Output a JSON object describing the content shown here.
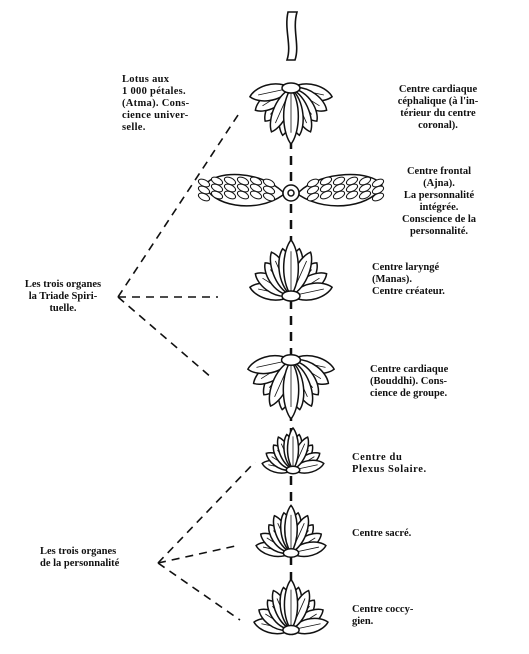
{
  "labels": {
    "lotus_1000": "Lotus aux\n1 000 pétales.\n(Atma). Cons-\ncience univer-\nselle.",
    "cardiaque_cephalique": "Centre cardiaque\ncéphalique (à l'in-\ntérieur du centre\ncoronal).",
    "frontal": "Centre frontal\n(Ajna).\nLa personnalité\nintégrée.\nConscience de la\npersonnalité.",
    "laryngé": "Centre laryngé\n(Manas).\nCentre créateur.",
    "cardiaque": "Centre cardiaque\n(Bouddhi). Cons-\ncience de groupe.",
    "plexus": "Centre du\nPlexus Solaire.",
    "sacre": "Centre sacré.",
    "coccygien": "Centre coccy-\ngien.",
    "triade": "Les trois organes\nla Triade Spiri-\ntuelle.",
    "personnalite": "Les trois organes\nde la personnalité"
  }
}
